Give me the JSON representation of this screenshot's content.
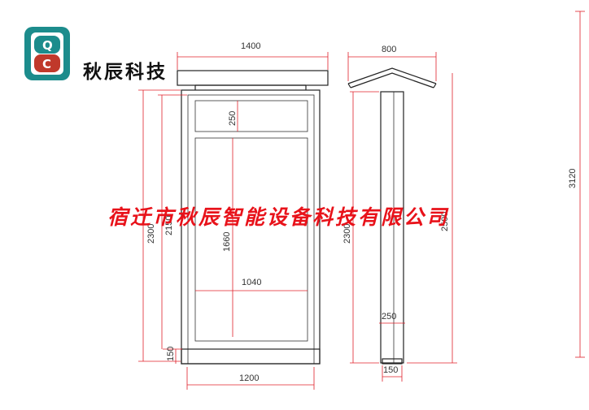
{
  "brand": {
    "name": "秋辰科技",
    "logo_letters": [
      "Q",
      "C"
    ],
    "logo_color": "#1c8c8c",
    "logo_accent": "#c0392b"
  },
  "watermark": {
    "text": "宿迁市秋辰智能设备科技有限公司",
    "color": "#e8121a"
  },
  "dimensions": {
    "front_top_width": "1400",
    "front_panel_height": "250",
    "front_display_height": "1660",
    "front_display_width": "1040",
    "front_base_width": "1200",
    "front_base_height": "150",
    "front_left_height_a": "2300",
    "front_left_height_b": "2150",
    "side_top_width": "800",
    "side_height_a": "2300",
    "side_height_b": "2500",
    "side_post_width": "250",
    "side_base_width": "150",
    "total_height": "3120"
  }
}
